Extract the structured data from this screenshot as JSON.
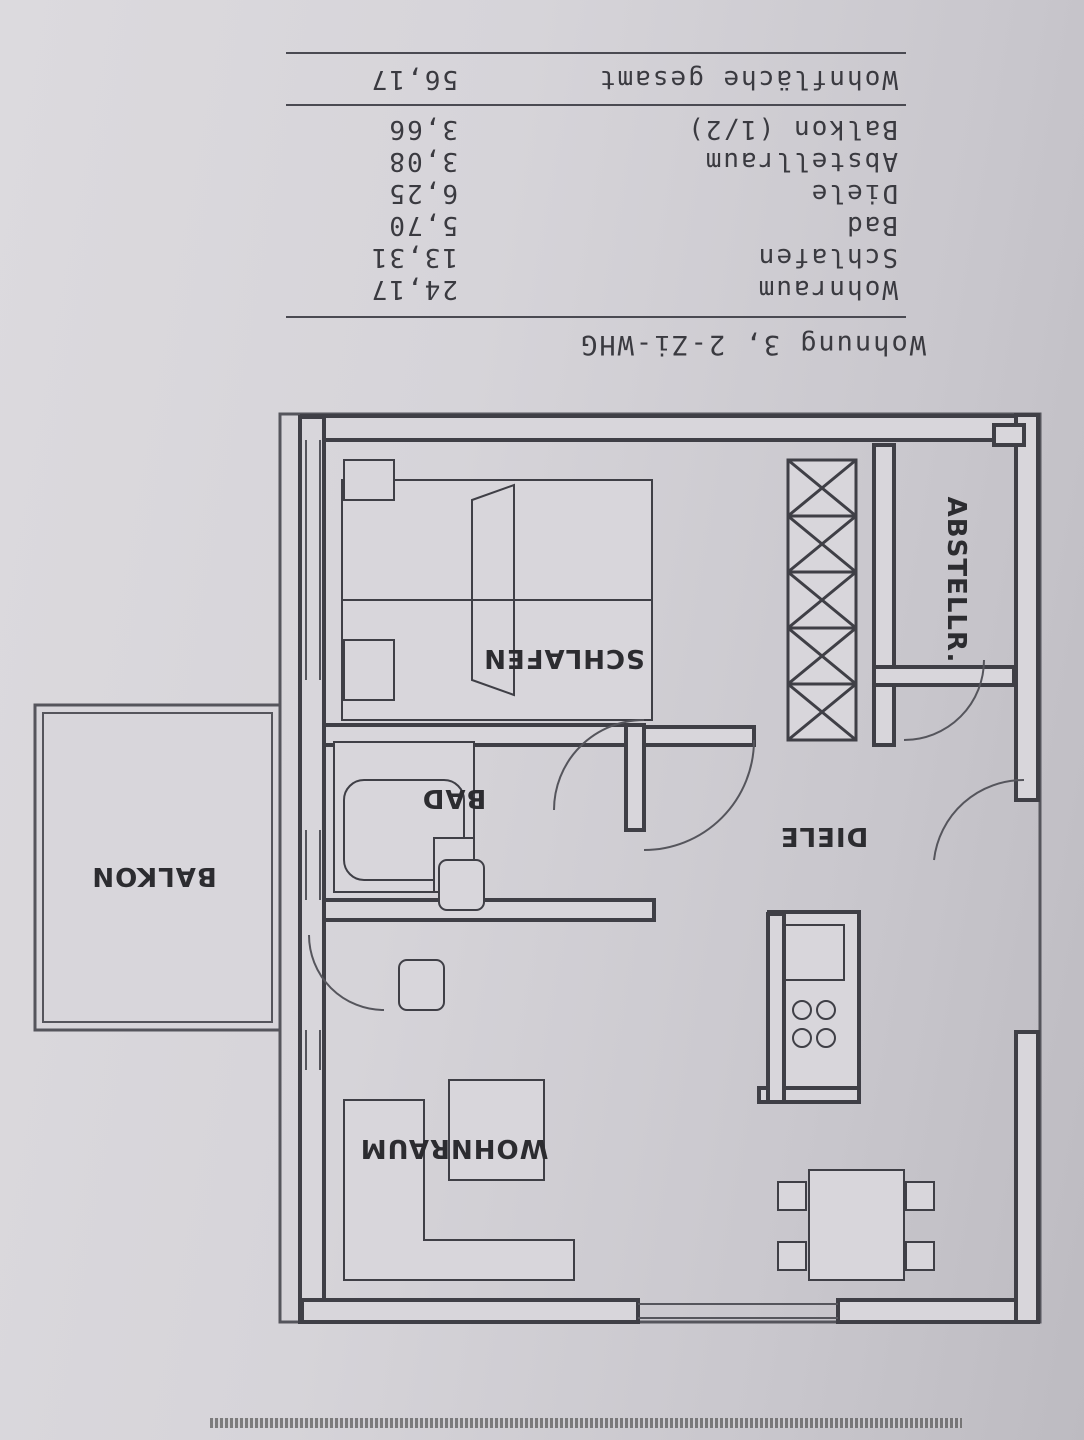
{
  "header": {
    "title": "Wohnung 3, 2-Zi-WHG"
  },
  "areas": [
    {
      "name": "Wohnraum",
      "value": "24,17"
    },
    {
      "name": "Schlafen",
      "value": "13,31"
    },
    {
      "name": "Bad",
      "value": "5,70"
    },
    {
      "name": "Diele",
      "value": "6,25"
    },
    {
      "name": "Abstellraum",
      "value": "3,08"
    },
    {
      "name": "Balkon (1/2)",
      "value": "3,66"
    }
  ],
  "total": {
    "label": "Wohnfläche gesamt",
    "value": "56,17"
  },
  "rooms": {
    "schlafen": "SCHLAFEN",
    "bad": "BAD",
    "diele": "DIELE",
    "abstell": "ABSTELLR.",
    "wohnraum": "WOHNRAUM",
    "balkon": "BALKON"
  },
  "colors": {
    "wall": "#3f3f46",
    "line": "#55555c",
    "paper": "#d8d6db"
  }
}
